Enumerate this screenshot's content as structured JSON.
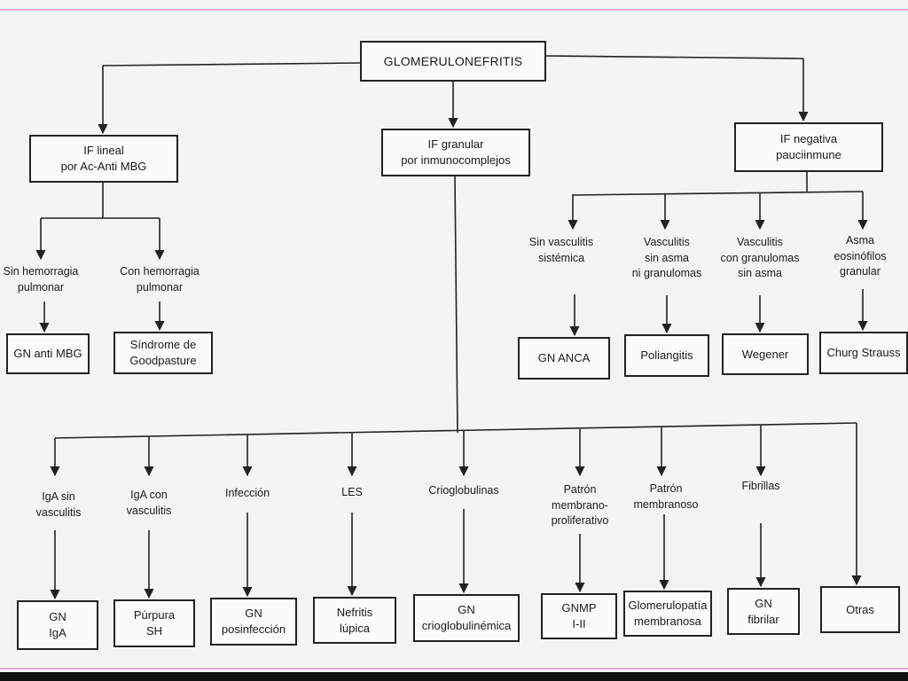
{
  "root": "GLOMERULONEFRITIS",
  "categories": {
    "lineal": "IF lineal\npor Ac-Anti MBG",
    "granular": "IF granular\npor inmunocomplejos",
    "negativa": "IF negativa\npauciinmune"
  },
  "lineal_branches": [
    {
      "condition": "Sin hemorragia\npulmonar",
      "result": "GN anti MBG"
    },
    {
      "condition": "Con hemorragia\npulmonar",
      "result": "Síndrome de\nGoodpasture"
    }
  ],
  "negativa_branches": [
    {
      "condition": "Sin vasculitis\nsistémica",
      "result": "GN ANCA"
    },
    {
      "condition": "Vasculitis\nsin asma\nni granulomas",
      "result": "Poliangitis"
    },
    {
      "condition": "Vasculitis\ncon granulomas\nsin asma",
      "result": "Wegener"
    },
    {
      "condition": "Asma\neosinófilos\ngranular",
      "result": "Churg Strauss"
    }
  ],
  "granular_branches": [
    {
      "condition": "IgA sin\nvasculitis",
      "result": "GN\nIgA"
    },
    {
      "condition": "IgA con\nvasculitis",
      "result": "Púrpura\nSH"
    },
    {
      "condition": "Infección",
      "result": "GN\nposinfección"
    },
    {
      "condition": "LES",
      "result": "Nefritis\nlúpica"
    },
    {
      "condition": "Crioglobulinas",
      "result": "GN\ncrioglobulinémica"
    },
    {
      "condition": "Patrón\nmembrano-\nproliferativo",
      "result": "GNMP\nI-II"
    },
    {
      "condition": "Patrón\nmembranoso",
      "result": "Glomerulopatía\nmembranosa"
    },
    {
      "condition": "Fibrillas",
      "result": "GN\nfibrilar"
    },
    {
      "condition": "",
      "result": "Otras"
    }
  ]
}
